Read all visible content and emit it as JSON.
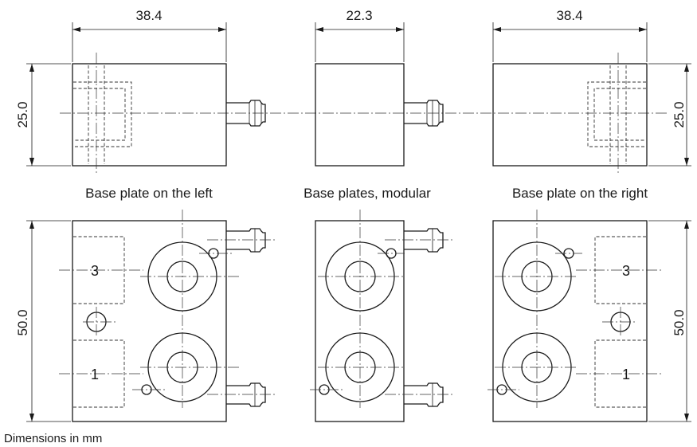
{
  "dimensions": {
    "left_width": "38.4",
    "middle_width": "22.3",
    "right_width": "38.4",
    "left_height_top": "25.0",
    "right_height_top": "25.0",
    "left_height_bottom": "50.0",
    "right_height_bottom": "50.0"
  },
  "captions": {
    "left": "Base plate on the left",
    "middle": "Base plates, modular",
    "right": "Base plate on the right"
  },
  "port_labels": {
    "left_upper": "3",
    "left_lower": "1",
    "right_upper": "3",
    "right_lower": "1"
  },
  "footer_note": "Dimensions in mm"
}
